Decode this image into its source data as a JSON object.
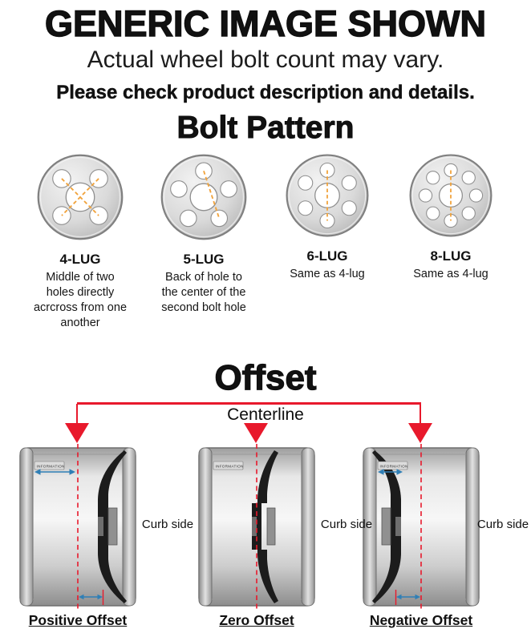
{
  "colors": {
    "centerline_red": "#e8192c",
    "arrow_blue": "#2f7fb6",
    "measure_orange": "#f1a33c"
  },
  "header": {
    "title": "GENERIC IMAGE SHOWN",
    "subtitle": "Actual wheel bolt count may vary.",
    "note": "Please check product description and details."
  },
  "bolt_pattern": {
    "title": "Bolt Pattern",
    "lugs": [
      {
        "label": "4-LUG",
        "description": "Middle of two holes directly acrcross from one another"
      },
      {
        "label": "5-LUG",
        "description": "Back of hole to the center of the second bolt hole"
      },
      {
        "label": "6-LUG",
        "description": "Same as 4-lug"
      },
      {
        "label": "8-LUG",
        "description": "Same as 4-lug"
      }
    ]
  },
  "offset": {
    "title": "Offset",
    "centerline": "Centerline",
    "curb_side": "Curb side",
    "wheel_label": "INFORMATION",
    "types": [
      {
        "label": "Positive Offset"
      },
      {
        "label": "Zero Offset"
      },
      {
        "label": "Negative Offset"
      }
    ]
  }
}
